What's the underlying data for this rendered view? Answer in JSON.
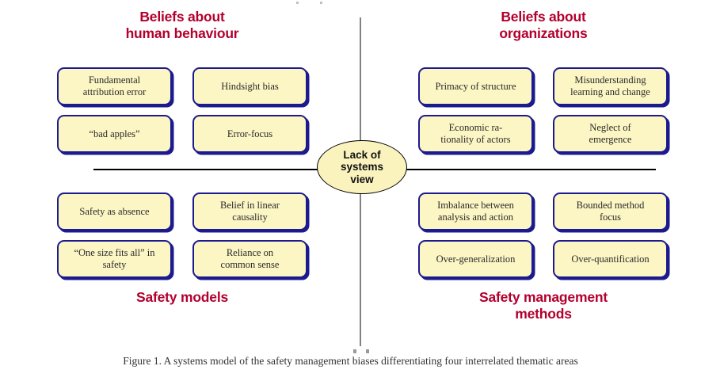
{
  "figure": {
    "caption": "Figure 1. A systems model of the safety management biases differentiating four interrelated thematic areas",
    "center_label": "Lack of\nsystems\nview",
    "accent_heading_color": "#B3002D",
    "node_fill_color": "#FCF5C4",
    "node_border_color": "#1B1B8F",
    "axis_vertical_color": "#808285",
    "axis_horizontal_color": "#000000"
  },
  "quadrants": {
    "top_left": {
      "heading": "Beliefs about\nhuman behaviour",
      "nodes": [
        {
          "label": "Fundamental\nattribution error"
        },
        {
          "label": "Hindsight bias"
        },
        {
          "label": "“bad apples”"
        },
        {
          "label": "Error-focus"
        }
      ]
    },
    "top_right": {
      "heading": "Beliefs about\norganizations",
      "nodes": [
        {
          "label": "Primacy of structure"
        },
        {
          "label": "Misunderstanding\nlearning and change"
        },
        {
          "label": "Economic ra-\ntionality of actors"
        },
        {
          "label": "Neglect of\nemergence"
        }
      ]
    },
    "bottom_left": {
      "heading": "Safety models",
      "nodes": [
        {
          "label": "Safety as absence"
        },
        {
          "label": "Belief in linear\ncausality"
        },
        {
          "label": "“One size fits all” in\nsafety"
        },
        {
          "label": "Reliance on\ncommon sense"
        }
      ]
    },
    "bottom_right": {
      "heading": "Safety management\nmethods",
      "nodes": [
        {
          "label": "Imbalance between\nanalysis and action"
        },
        {
          "label": "Bounded method\nfocus"
        },
        {
          "label": "Over-generalization"
        },
        {
          "label": "Over-quantification"
        }
      ]
    }
  }
}
